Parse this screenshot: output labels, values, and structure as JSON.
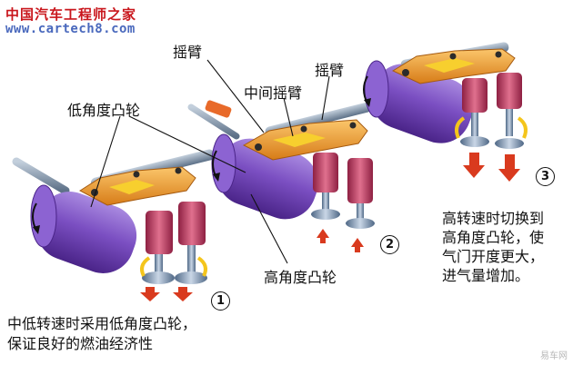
{
  "brand": {
    "cn": "中国汽车工程师之家",
    "url": "www.cartech8.com"
  },
  "labels": {
    "rocker_arm_top": "摇臂",
    "middle_rocker": "中间摇臂",
    "rocker_arm_right": "摇臂",
    "low_angle_cam": "低角度凸轮",
    "high_angle_cam": "高角度凸轮"
  },
  "stages": [
    {
      "number": "1",
      "description_lines": [
        "中低转速时采用低角度凸轮，",
        "保证良好的燃油经济性"
      ]
    },
    {
      "number": "2"
    },
    {
      "number": "3",
      "description_lines": [
        "高转速时切换到",
        "高角度凸轮，使",
        "气门开度更大，",
        "进气量增加。"
      ]
    }
  ],
  "watermark": "易车网",
  "colors": {
    "cam": "#7b4fc2",
    "cam_shadow": "#5a2f9c",
    "rocker": "#f2a03a",
    "rocker_dark": "#c86f12",
    "rocker_yellow": "#f7cf2e",
    "spring": "#c0395a",
    "valve": "#7f98b6",
    "arrow_red": "#d93a1e",
    "arrow_yellow": "#f4c51c",
    "brand_red": "#c9161c",
    "brand_blue": "#4a69bd"
  }
}
